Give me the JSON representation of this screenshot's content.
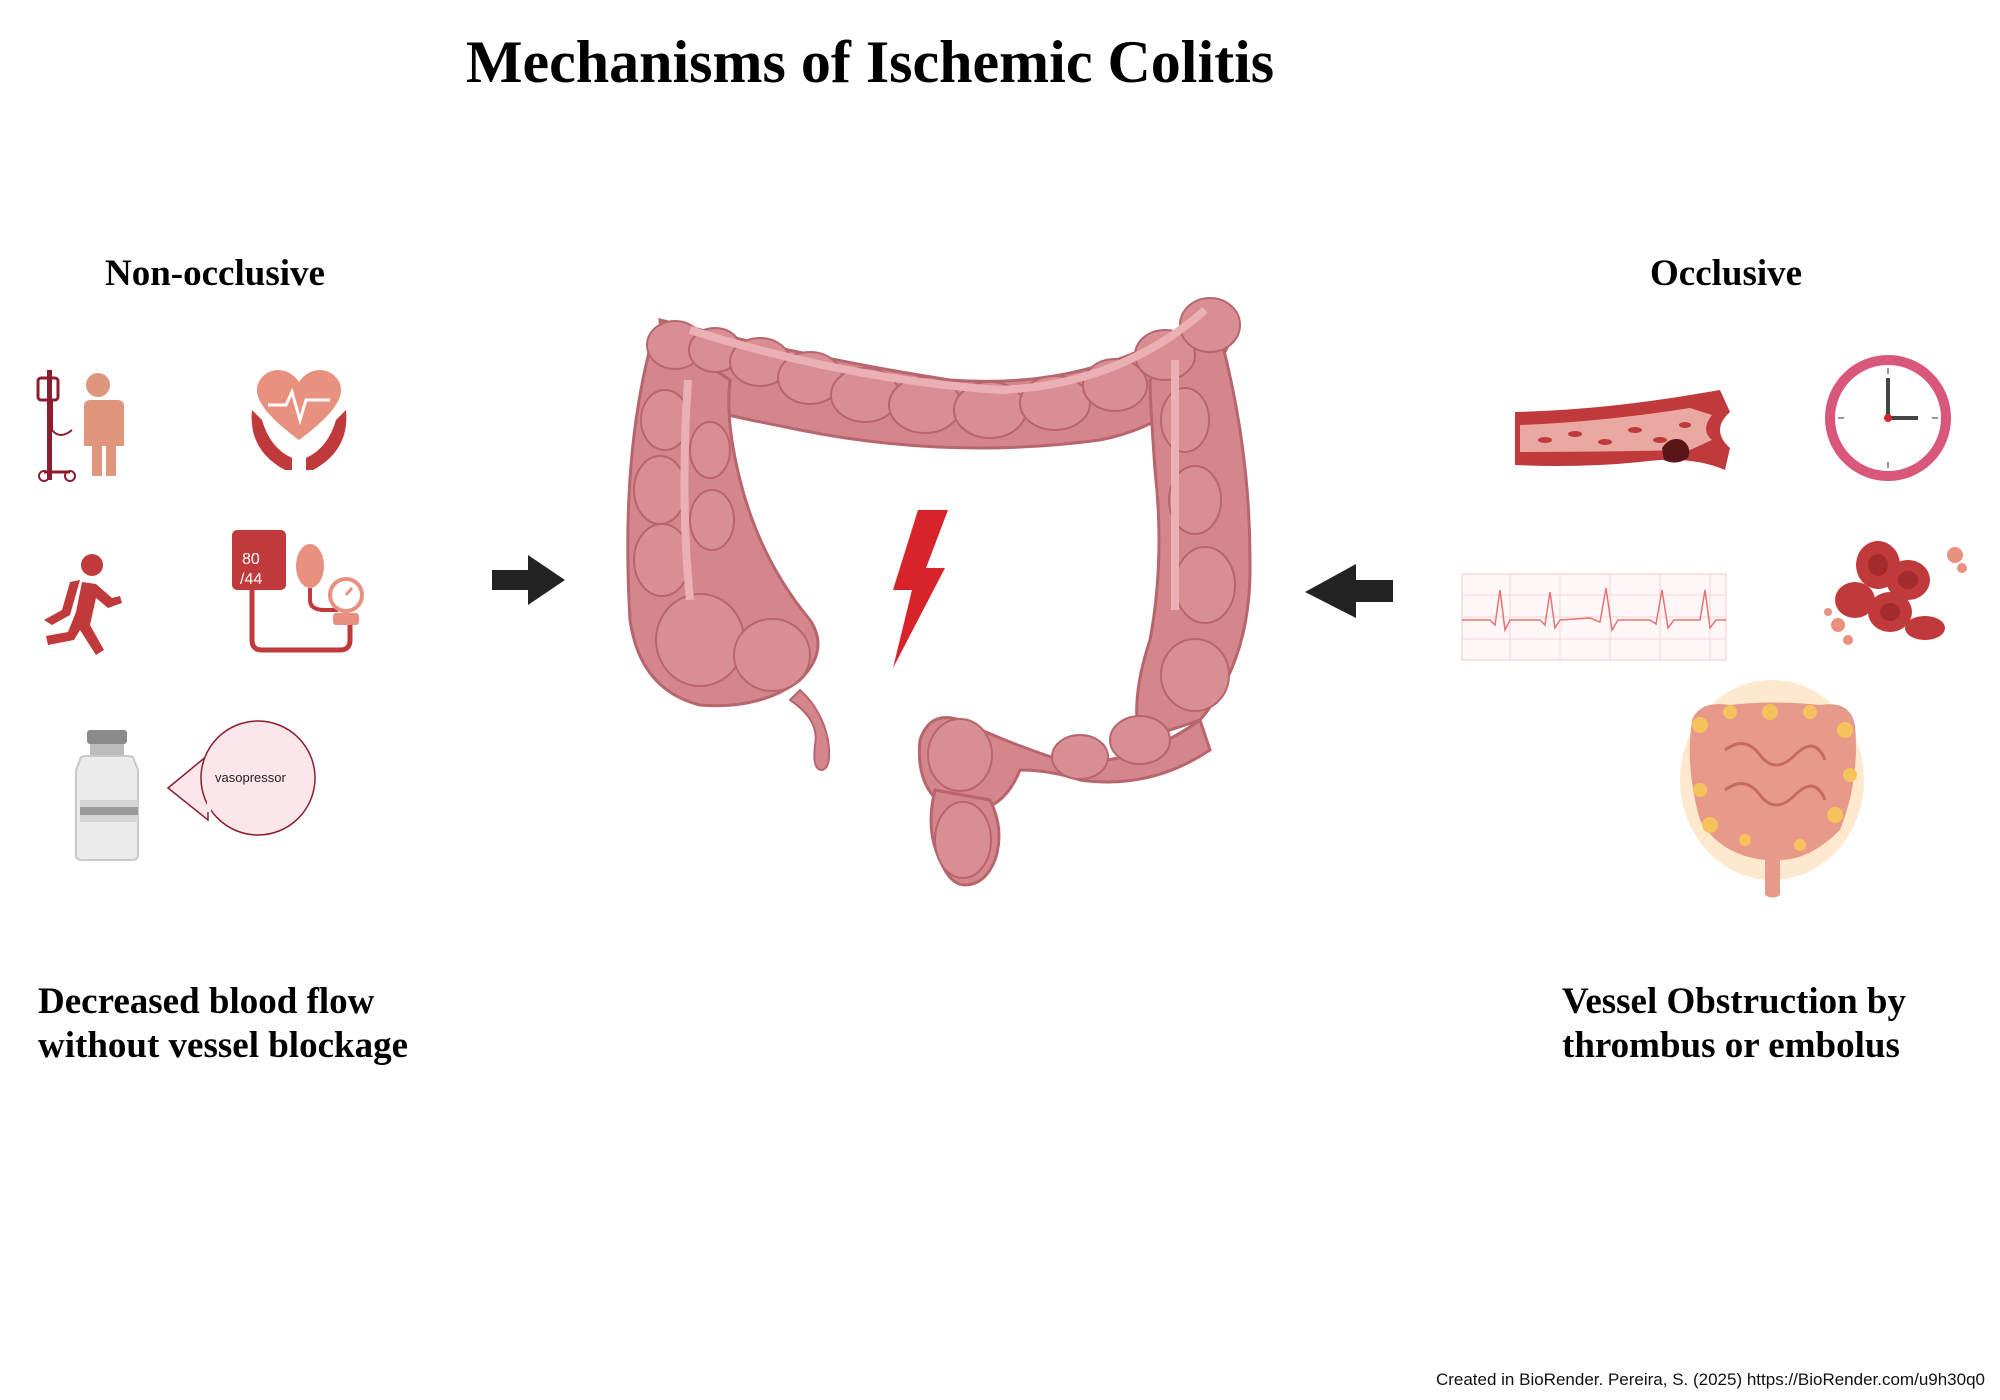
{
  "title": "Mechanisms of Ischemic Colitis",
  "left": {
    "heading": "Non-occlusive",
    "caption_line1": "Decreased blood flow",
    "caption_line2": "without vessel blockage",
    "bp_top": "80",
    "bp_bottom": "/44",
    "speech_bubble": "vasopressor",
    "icons": [
      "iv-drip-patient-icon",
      "heart-in-hands-icon",
      "running-person-icon",
      "blood-pressure-monitor-icon",
      "medication-vial-icon"
    ]
  },
  "right": {
    "heading": "Occlusive",
    "caption_line1": "Vessel Obstruction by",
    "caption_line2": "thrombus or embolus",
    "icons": [
      "blood-vessel-clot-icon",
      "clock-icon",
      "ecg-strip-icon",
      "red-blood-cells-icon",
      "inflamed-intestine-icon"
    ]
  },
  "center": {
    "icons": [
      "colon-illustration",
      "lightning-bolt-icon"
    ]
  },
  "credit": "Created in BioRender. Pereira, S. (2025) https://BioRender.com/u9h30q0",
  "colors": {
    "colon": "#d4868c",
    "colon_dark": "#b8666d",
    "bolt": "#d8232a",
    "icon_red": "#c0393b",
    "icon_salmon": "#e8917e",
    "arrow": "#222222",
    "clock_ring": "#d9577a"
  }
}
